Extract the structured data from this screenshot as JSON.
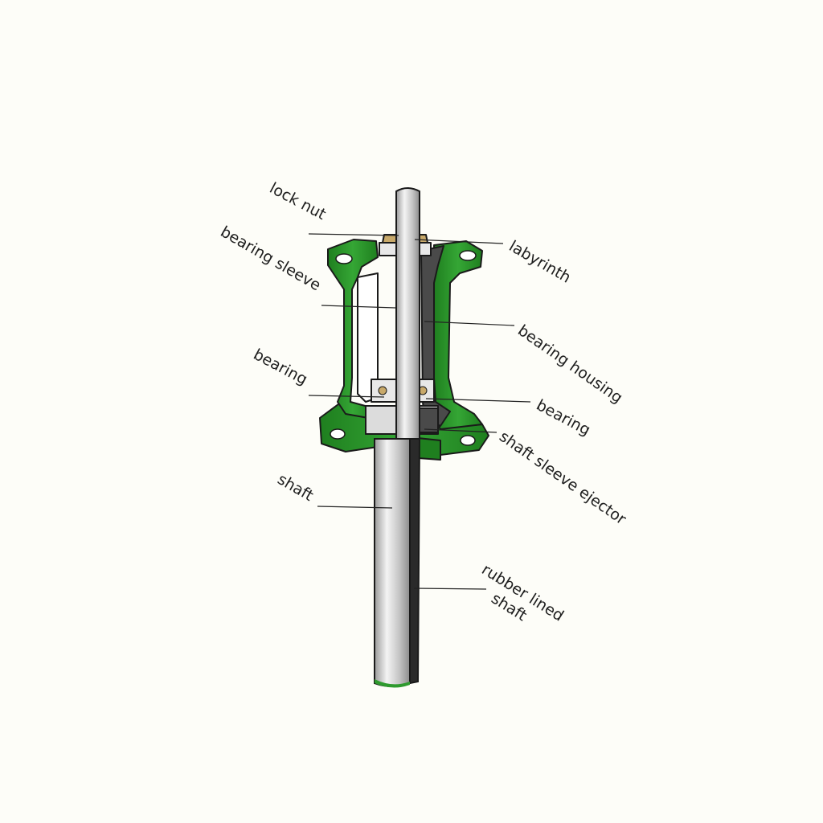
{
  "colors": {
    "background": "#fdfdf8",
    "housing_green": "#2e9a2e",
    "housing_dark": "#4a4a4a",
    "shaft_silver": "#c9c9c9",
    "rubber_lining": "#2a2a2a",
    "brass": "#c8a96a"
  },
  "labels": {
    "lock_nut": "lock nut",
    "labyrinth": "labyrinth",
    "bearing_sleeve": "bearing sleeve",
    "bearing_housing": "bearing housing",
    "bearing_upper": "bearing",
    "bearing_lower": "bearing",
    "shaft_sleeve_ejector": "shaft sleeve ejector",
    "shaft": "shaft",
    "rubber_lined_shaft_line1": "rubber lined",
    "rubber_lined_shaft_line2": "shaft"
  }
}
